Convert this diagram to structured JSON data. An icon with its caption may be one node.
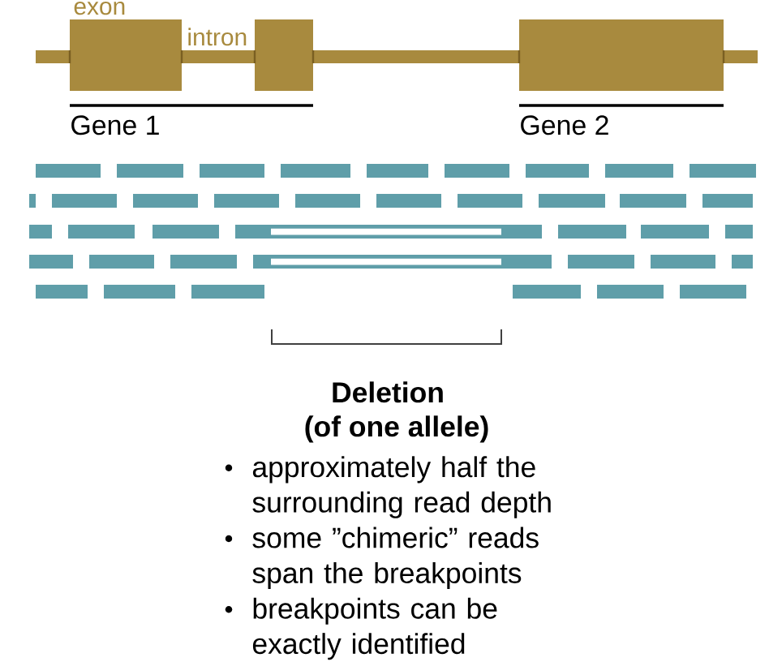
{
  "diagram": {
    "labels": [
      "exon",
      "intron",
      "Gene 1",
      "Gene 2",
      "Deletion",
      "(of one allele)",
      "approximately half the surrounding read depth",
      "some ”chimeric” reads span the breakpoints",
      "breakpoints can be exactly identified"
    ]
  }
}
